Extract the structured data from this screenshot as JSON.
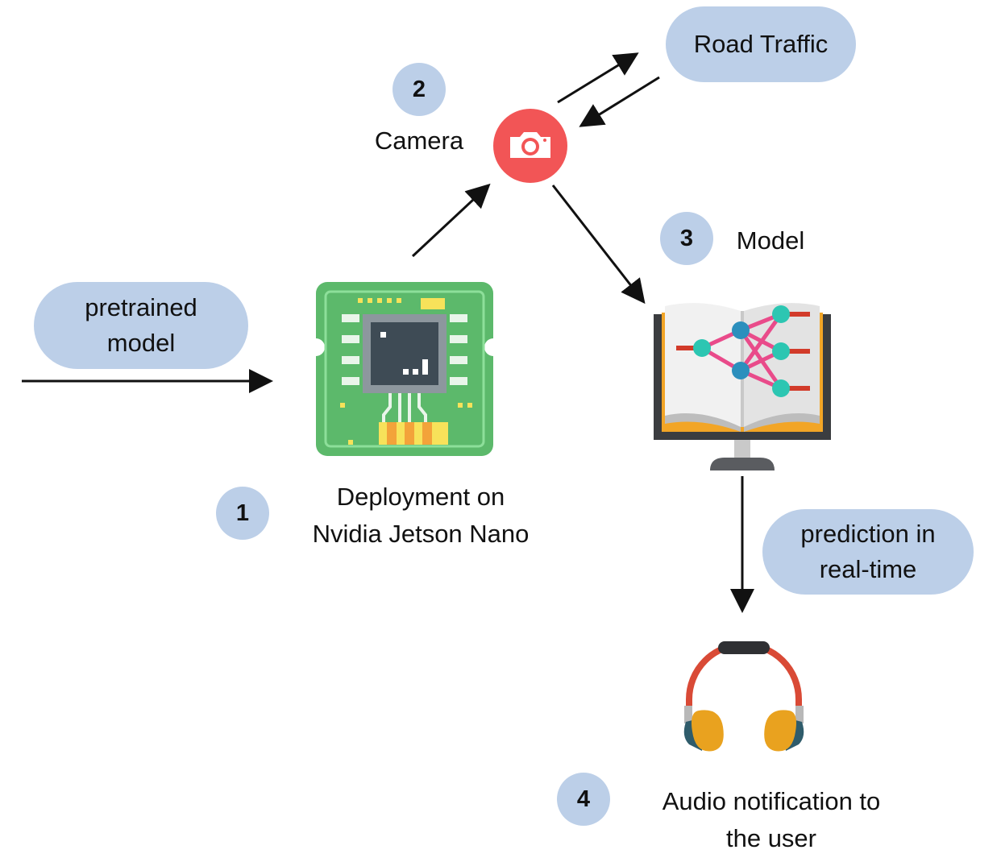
{
  "pretrained_pill": {
    "line1": "pretrained",
    "line2": "model"
  },
  "road_pill": {
    "text": "Road Traffic"
  },
  "prediction_pill": {
    "line1": "prediction in",
    "line2": "real-time"
  },
  "steps": [
    {
      "number": "1",
      "line1": "Deployment on",
      "line2": "Nvidia Jetson Nano"
    },
    {
      "number": "2",
      "label": "Camera"
    },
    {
      "number": "3",
      "label": "Model"
    },
    {
      "number": "4",
      "line1": "Audio notification to",
      "line2": "the user"
    }
  ],
  "icons": {
    "chip": "circuit-board-icon",
    "camera": "camera-icon",
    "model": "neural-network-monitor-icon",
    "headphones": "headphones-icon"
  },
  "colors": {
    "pill": "#bccfe8",
    "camera_red": "#f25556",
    "chip_green": "#5cb96b",
    "headphone_band": "#d94a36",
    "headphone_cup": "#e9a21f"
  }
}
